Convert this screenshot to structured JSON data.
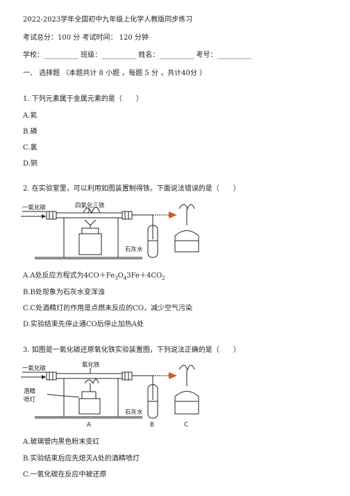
{
  "header": {
    "title": "2022-2023学年全国初中九年级上化学人教版同步练习",
    "info": "考试总分：100 分 考试时间： 120 分钟",
    "fields": "学校：__________ 班级：__________ 姓名：__________ 考号：__________"
  },
  "section": {
    "title": "一、 选择题 （本题共计 8 小题 ，每题 5 分 ，共计40分 ）"
  },
  "q1": {
    "stem": "1. 下列元素属于金属元素的是（　　）",
    "options": [
      "A.氦",
      "B.磷",
      "C.氯",
      "D.铜"
    ]
  },
  "q2": {
    "stem": "2. 在实验室里，可以利用如图装置制得铁。下面说法错误的是（　　）",
    "fig": {
      "co_label": "一氧化碳",
      "fe2o3_label": "四氧化三铁",
      "limewater_label": "石灰水"
    },
    "optA_pre": "A.A处反应方程式为4CO＋Fe",
    "optA_s1": "3",
    "optA_mid": "O",
    "optA_s2": "4",
    "optA_mid2": "3Fe＋4CO",
    "optA_s3": "2",
    "optB": "B.B处现象为石灰水变浑浊",
    "optC": "C.C处酒精灯的作用是点燃未反应的CO，减少空气污染",
    "optD": "D.实验结束先停止通CO后停止加热A处"
  },
  "q3": {
    "stem": "3. 如图是一氧化碳还原氧化铁实验装置图，下列说法正确的是（　　）",
    "fig": {
      "co_label": "一氧化碳",
      "oxide_label": "氧化铁",
      "lamp_label1": "酒精",
      "lamp_label2": "喷灯",
      "limewater_label": "石灰水",
      "label_a": "A",
      "label_b": "B",
      "label_c": "C"
    },
    "options": [
      "A.玻璃管内黑色粉末变红",
      "B.实验结束后应先熄灭A处的酒精喷灯",
      "C.一氧化碳在反应中被还原"
    ]
  }
}
